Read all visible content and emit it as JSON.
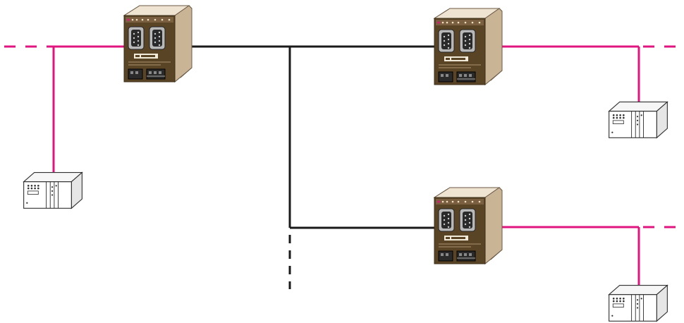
{
  "colors": {
    "background": "#ffffff",
    "fieldbus_link": "#e0157f",
    "backbone_link": "#1a1a1a",
    "converter_housing": "#d6c2a8",
    "converter_front_panel": "#5a4426",
    "controller_outline": "#333333"
  },
  "nodes": {
    "converters": [
      {
        "id": "converter-1",
        "icon": "fiber-optic-converter-icon"
      },
      {
        "id": "converter-2",
        "icon": "fiber-optic-converter-icon"
      },
      {
        "id": "converter-3",
        "icon": "fiber-optic-converter-icon"
      }
    ],
    "controllers": [
      {
        "id": "plc-1",
        "icon": "plc-controller-icon"
      },
      {
        "id": "plc-2",
        "icon": "plc-controller-icon"
      },
      {
        "id": "plc-3",
        "icon": "plc-controller-icon"
      }
    ]
  },
  "links": [
    {
      "from": "plc-1",
      "to": "converter-1",
      "type": "fieldbus"
    },
    {
      "from": "plc-2",
      "to": "converter-2",
      "type": "fieldbus"
    },
    {
      "from": "plc-3",
      "to": "converter-3",
      "type": "fieldbus"
    },
    {
      "from": "converter-1",
      "to": "converter-2",
      "type": "backbone"
    },
    {
      "from": "converter-1",
      "to": "converter-3",
      "type": "backbone"
    }
  ],
  "continuations": [
    {
      "type": "fieldbus",
      "direction": "left"
    },
    {
      "type": "fieldbus",
      "direction": "right"
    },
    {
      "type": "fieldbus",
      "direction": "right"
    },
    {
      "type": "backbone",
      "direction": "down"
    }
  ]
}
